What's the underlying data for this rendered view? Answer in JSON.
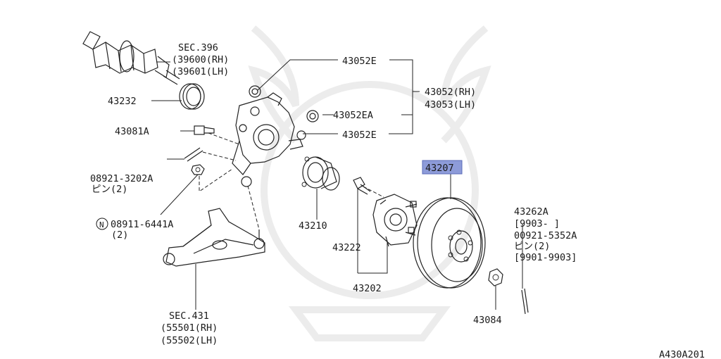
{
  "labels": {
    "sec396": "SEC.396",
    "rh39600": "(39600(RH)",
    "lh39601": "(39601(LH)",
    "p43232": "43232",
    "p43081a": "43081A",
    "p08921": "08921-3202A",
    "pin2": "ピン(2)",
    "n_symbol": "N",
    "p08911": "08911-6441A",
    "qty2": "(2)",
    "p43052e_top": "43052E",
    "p43052rh": "43052(RH)",
    "p43053lh": "43053(LH)",
    "p43052ea": "43052EA",
    "p43052e_bottom": "43052E",
    "p43207": "43207",
    "p43210": "43210",
    "p43222": "43222",
    "p43202": "43202",
    "p43262a": "43262A",
    "range9903": "[9903-    ]",
    "p00921": "00921-5352A",
    "pin2_right": "ピン(2)",
    "range9901": "[9901-9903]",
    "p43084": "43084",
    "sec431": "SEC.431",
    "rh55501": "(55501(RH)",
    "lh55502": "(55502(LH)"
  },
  "diagram_code": "A430A201",
  "colors": {
    "highlight": "#8d9bd9",
    "line": "#222222"
  }
}
